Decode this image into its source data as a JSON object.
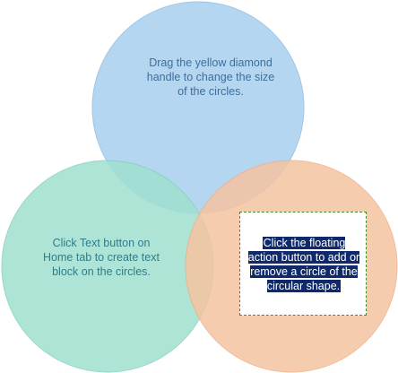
{
  "colors": {
    "top_circle_fill": "#a9cfee",
    "top_circle_stroke": "#8dbde4",
    "left_circle_fill": "#9fe0cf",
    "left_circle_stroke": "#84d2bf",
    "right_circle_fill": "#f5c4a1",
    "right_circle_stroke": "#efb089",
    "top_text": "#3a6f9e",
    "left_text": "#2f7d88",
    "selected_text_bg": "#0f2a6b",
    "selection_border": "#4a8a1e"
  },
  "circles": [
    {
      "id": "top",
      "text": "Drag the yellow diamond handle to change the size of the circles."
    },
    {
      "id": "left",
      "text": "Click Text button on Home tab to create text block on the circles."
    },
    {
      "id": "right",
      "text": "Click the floating action button to add or remove a circle of the circular shape."
    }
  ]
}
